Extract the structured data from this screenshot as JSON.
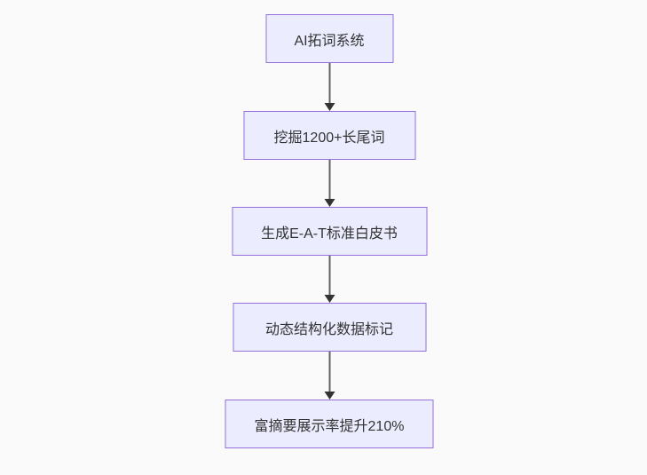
{
  "diagram": {
    "type": "flowchart",
    "direction": "top-down",
    "colors": {
      "background": "#fafafa",
      "node_fill": "#ECECFF",
      "node_border": "#9370DB",
      "node_text": "#333333",
      "edge_line": "#616161",
      "arrowhead": "#333333"
    },
    "nodes": [
      {
        "label": "AI拓词系统"
      },
      {
        "label": "挖掘1200+长尾词"
      },
      {
        "label": "生成E-A-T标准白皮书"
      },
      {
        "label": "动态结构化数据标记"
      },
      {
        "label": "富摘要展示率提升210%"
      }
    ],
    "edges": [
      {
        "from": 0,
        "to": 1,
        "style": "arrow-down"
      },
      {
        "from": 1,
        "to": 2,
        "style": "arrow-down"
      },
      {
        "from": 2,
        "to": 3,
        "style": "arrow-down"
      },
      {
        "from": 3,
        "to": 4,
        "style": "arrow-down"
      }
    ]
  }
}
